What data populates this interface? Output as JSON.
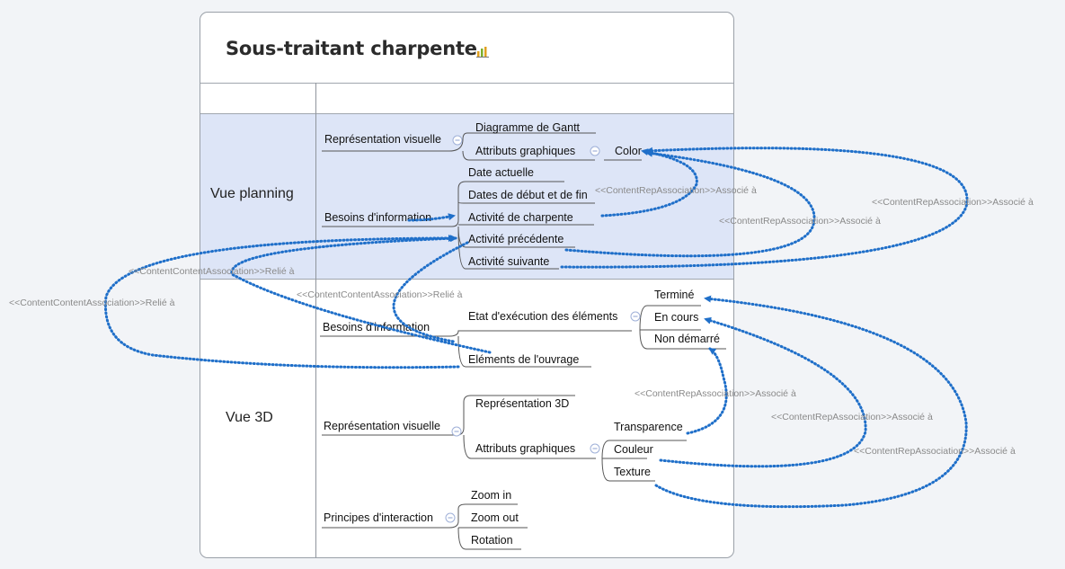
{
  "map": {
    "title": "Sous-traitant charpente",
    "groups": {
      "planning": "Vue planning",
      "view3d": "Vue 3D"
    },
    "planning": {
      "repr_visuelle": "Représentation visuelle",
      "gantt": "Diagramme de Gantt",
      "attributs": "Attributs graphiques",
      "color": "Color",
      "besoins": "Besoins d'information",
      "date_actuelle": "Date actuelle",
      "dates_debut_fin": "Dates de début et de fin",
      "activite_charpente": "Activité de charpente",
      "activite_precedente": "Activité précédente",
      "activite_suivante": "Activité suivante"
    },
    "view3d": {
      "besoins": "Besoins d'information",
      "etat_execution": "Etat d'exécution des éléments",
      "termine": "Terminé",
      "en_cours": "En cours",
      "non_demarre": "Non démarré",
      "elements_ouvrage": "Eléments de l'ouvrage",
      "repr_visuelle": "Représentation visuelle",
      "repr_3d": "Représentation 3D",
      "attributs": "Attributs graphiques",
      "transparence": "Transparence",
      "couleur": "Couleur",
      "texture": "Texture",
      "principes": "Principes d'interaction",
      "zoom_in": "Zoom in",
      "zoom_out": "Zoom out",
      "rotation": "Rotation"
    },
    "associations": {
      "rep": "<<ContentRepAssociation>>Associé à",
      "content": "<<ContentContentAssociation>>Relié à"
    },
    "colors": {
      "connector": "#1f6fc9",
      "band": "#dde5f7",
      "label": "#8a8a8a"
    }
  }
}
